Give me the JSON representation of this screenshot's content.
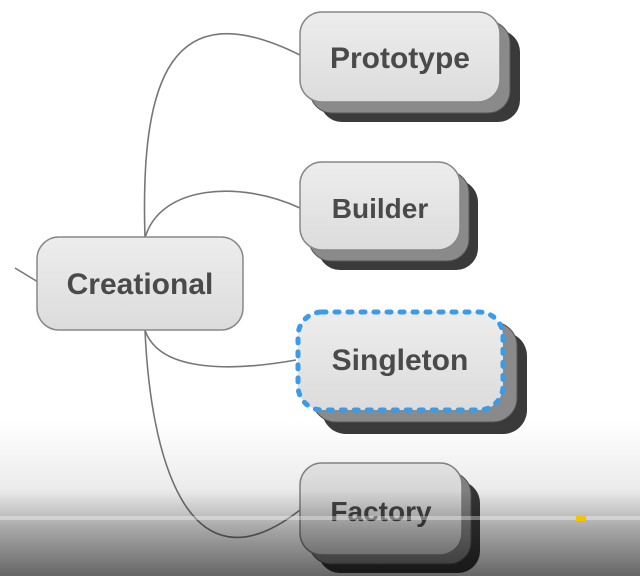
{
  "diagram": {
    "root": "Creational",
    "children": [
      {
        "label": "Prototype",
        "selected": false
      },
      {
        "label": "Builder",
        "selected": false
      },
      {
        "label": "Singleton",
        "selected": true
      },
      {
        "label": "Factory",
        "selected": false
      }
    ]
  },
  "colors": {
    "node_fill": "#e4e4e4",
    "selection": "#3a9be8",
    "marker": "#f5c400"
  }
}
